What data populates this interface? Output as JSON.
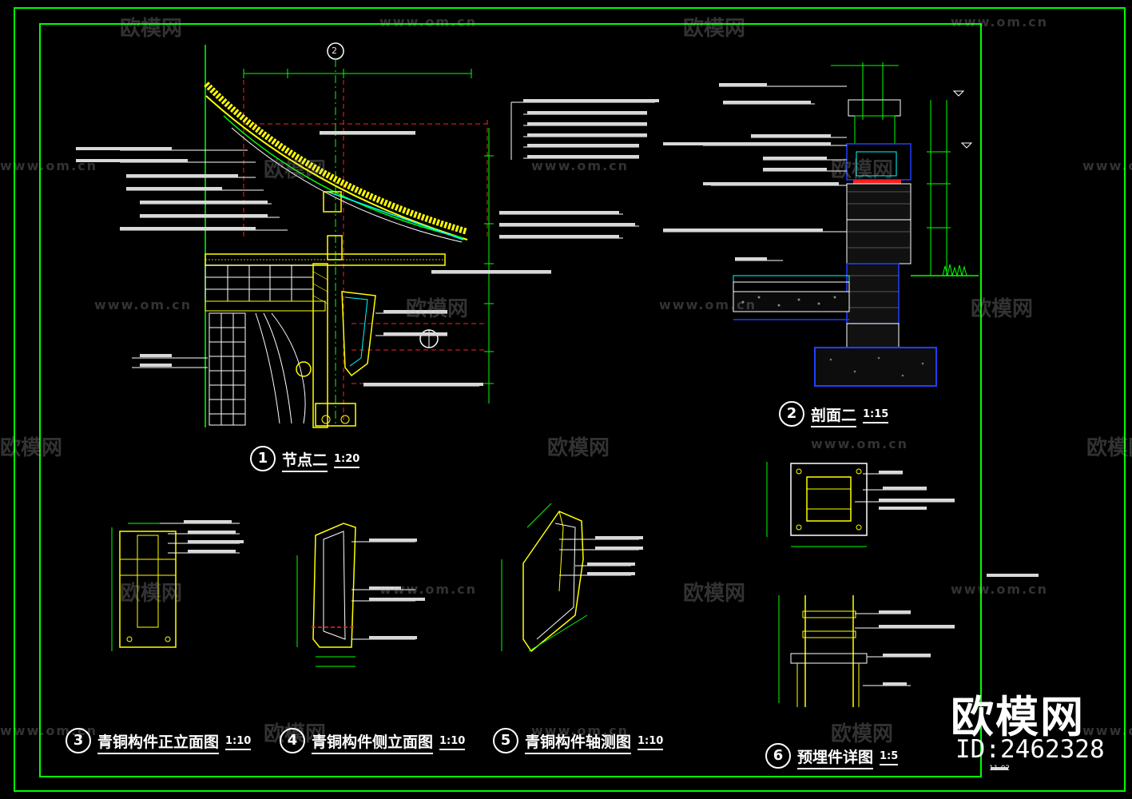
{
  "drawing": {
    "views": [
      {
        "num": "1",
        "name": "节点二",
        "scale": "1:20"
      },
      {
        "num": "2",
        "name": "剖面二",
        "scale": "1:15"
      },
      {
        "num": "3",
        "name": "青铜构件正立面图",
        "scale": "1:10"
      },
      {
        "num": "4",
        "name": "青铜构件侧立面图",
        "scale": "1:10"
      },
      {
        "num": "5",
        "name": "青铜构件轴测图",
        "scale": "1:10"
      },
      {
        "num": "6",
        "name": "预埋件详图",
        "scale": "1:5"
      }
    ],
    "axis_marker": "2",
    "sheet_code": "11-02"
  },
  "watermark": {
    "brand": "欧模网",
    "url": "www.om.cn",
    "id_text": "ID:2462328"
  },
  "colors": {
    "background": "#000000",
    "frame": "#00ff00",
    "yellow": "#ffff00",
    "red": "#ff2020",
    "blue": "#2040ff",
    "cyan": "#00ffff",
    "white": "#ffffff",
    "green": "#00ff00"
  }
}
